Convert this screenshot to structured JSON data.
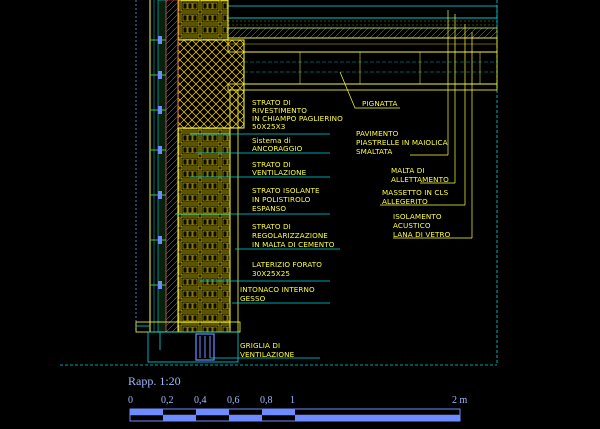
{
  "drawing": {
    "colors": {
      "background": "#000000",
      "annotation": "#ffff3a",
      "drafting_cyan": "#00d8e0",
      "dimension_blue": "#6e8cff",
      "scale_label": "#9fb8ff",
      "insulation_red": "#ff3b3b",
      "insulation_hatch": "#3ad03a"
    },
    "labels": {
      "cladding": [
        "STRATO DI",
        "RIVESTIMENTO",
        "IN CHIAMPO PAGLIERINO",
        "50X25X3"
      ],
      "anchoring": [
        "Sistema di",
        "ANCORAGGIO"
      ],
      "ventilation_layer": [
        "STRATO DI",
        "VENTILAZIONE"
      ],
      "insulation_layer": [
        "STRATO ISOLANTE",
        "IN POLISTIROLO",
        "ESPANSO"
      ],
      "leveling_layer": [
        "STRATO DI",
        "REGOLARIZZAZIONE",
        "IN MALTA DI CEMENTO"
      ],
      "hollow_brick": [
        "LATERIZIO FORATO",
        "30X25X25"
      ],
      "plaster": [
        "INTONACO INTERNO",
        "GESSO"
      ],
      "vent_grille": [
        "GRIGLIA DI",
        "VENTILAZIONE"
      ],
      "joist": [
        "PIGNATTA"
      ],
      "flooring": [
        "PAVIMENTO",
        "PIASTRELLE IN MAIOLICA",
        "SMALTATA"
      ],
      "bedding_mortar": [
        "MALTA DI",
        "ALLETTAMENTO"
      ],
      "screed": [
        "MASSETTO IN CLS",
        "ALLEGERITO"
      ],
      "acoustic_insulation": [
        "ISOLAMENTO",
        "ACUSTICO",
        "LANA DI VETRO"
      ]
    },
    "scale_bar": {
      "title": "Rapp. 1:20",
      "ticks": [
        "0",
        "0,2",
        "0,4",
        "0,6",
        "0,8",
        "1",
        "2 m"
      ]
    }
  }
}
